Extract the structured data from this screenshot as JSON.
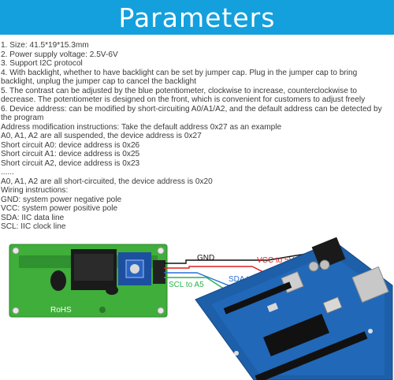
{
  "banner": {
    "title": "Parameters"
  },
  "params": [
    "1. Size: 41.5*19*15.3mm",
    "2. Power supply voltage: 2.5V-6V",
    "3. Support I2C protocol",
    "4. With backlight, whether to have backlight can be set by jumper cap. Plug in the jumper cap to bring backlight, unplug the jumper cap to cancel the backlight",
    "5. The contrast can be adjusted by the blue potentiometer, clockwise to increase, counterclockwise to decrease. The potentiometer is designed on the front, which is convenient for customers to adjust freely",
    "6. Device address: can be modified by short-circuiting A0/A1/A2, and the default address can be detected by the program",
    "Address modification instructions: Take the default address 0x27 as an example",
    "A0, A1, A2 are all suspended, the device address is 0x27",
    "Short circuit A0: device address is 0x26",
    "Short circuit A1: device address is 0x25",
    "Short circuit A2, device address is 0x23",
    "......",
    "A0, A1, A2 are all short-circuited, the device address is 0x20",
    "Wiring instructions:",
    "GND: system power negative pole",
    "VCC: system power positive pole",
    "SDA: IIC data line",
    "SCL: IIC clock line"
  ],
  "diagram": {
    "wire_labels": {
      "gnd": "GND",
      "vcc": "VCC to 5V",
      "sda": "SDA to A4",
      "scl": "SCL to A5"
    },
    "lcd_board_marks": {
      "rohs": "RoHS"
    },
    "colors": {
      "banner": "#14a0dd",
      "lcd_pcb": "#3fae3a",
      "arduino_pcb": "#1d5fa8",
      "gnd_wire": "#111111",
      "vcc_wire": "#e02020",
      "sda_wire": "#2a6fd6",
      "scl_wire": "#2bb24c"
    }
  }
}
